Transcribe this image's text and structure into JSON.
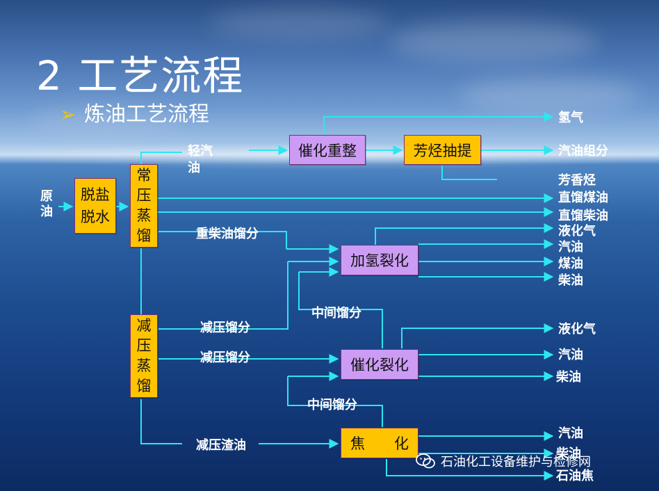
{
  "title": "2 工艺流程",
  "subtitle": "炼油工艺流程",
  "feed_label": "原油",
  "boxes": {
    "desalt": "脱盐\n脱水",
    "atm": "常\n压\n蒸\n馏",
    "vac": "减\n压\n蒸\n馏",
    "reform": "催化重整",
    "aromatic": "芳烃抽提",
    "hydrocrack": "加氢裂化",
    "catcrack": "催化裂化",
    "coking": "焦　　化"
  },
  "stream_labels": {
    "light_gasoline": "轻汽\n油",
    "heavy_diesel": "重柴油馏分",
    "vac_cut_1": "减压馏分",
    "vac_cut_2": "减压馏分",
    "vac_residue": "减压渣油",
    "middle_cut_1": "中间馏分",
    "middle_cut_2": "中间馏分"
  },
  "products": {
    "hydrogen": "氢气",
    "gasoline_component": "汽油组分",
    "aromatics": "芳香烃",
    "straight_kerosene": "直馏煤油",
    "straight_diesel": "直馏柴油",
    "hc_lpg": "液化气",
    "hc_gasoline": "汽油",
    "hc_kerosene": "煤油",
    "hc_diesel": "柴油",
    "fcc_lpg": "液化气",
    "fcc_gasoline": "汽油",
    "fcc_diesel": "柴油",
    "coke_gasoline": "汽油",
    "coke_diesel": "柴油",
    "coke_coke": "石油焦"
  },
  "watermark": "石油化工设备维护与检修网",
  "colors": {
    "flow_line": "#2ee6f0",
    "box_yellow": "#ffc400",
    "box_purple": "#cc9cf5",
    "bullet": "#f3c400"
  }
}
